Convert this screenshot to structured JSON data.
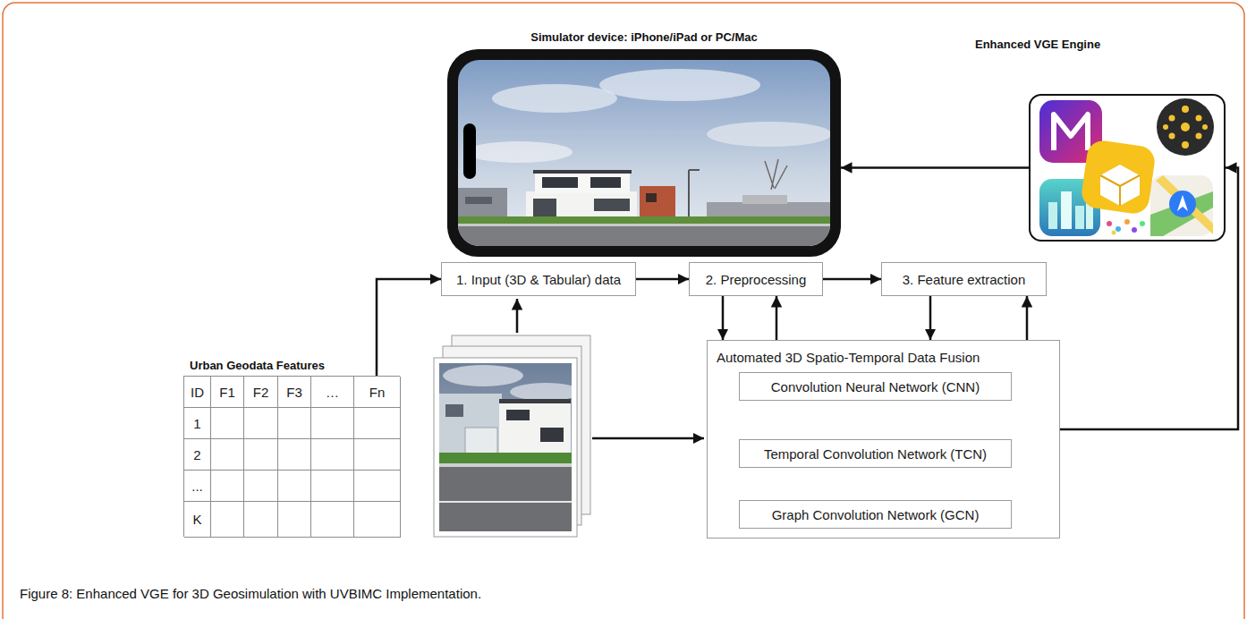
{
  "diagram": {
    "caption": "Figure 8: Enhanced VGE for 3D Geosimulation with UVBIMC Implementation.",
    "nodes": [
      {
        "text": [
          "Simulator device: iPhone/iPad or PC/Mac"
        ]
      },
      {
        "text": [
          "Enhanced VGE Engine"
        ]
      },
      {
        "text": [
          "1. Input (3D & Tabular) data"
        ]
      },
      {
        "text": [
          "2. Preprocessing"
        ]
      },
      {
        "text": [
          "3. Feature extraction"
        ]
      },
      {
        "text": [
          "Urban Geodata Features"
        ]
      },
      {
        "text": [
          "Automated 3D Spatio-Temporal Data Fusion"
        ]
      },
      {
        "text": [
          "Convolution Neural Network (CNN)"
        ],
        "in": 6
      },
      {
        "text": [
          "Temporal Convolution Network (TCN)"
        ],
        "in": 6
      },
      {
        "text": [
          "Graph Convolution Network (GCN)"
        ],
        "in": 6
      }
    ],
    "edges": [
      {
        "from": 5,
        "to": 2,
        "arrow": "to"
      },
      {
        "from": 2,
        "to": 3,
        "arrow": "to"
      },
      {
        "from": 3,
        "to": 4,
        "arrow": "to"
      },
      {
        "from": 3,
        "to": 6,
        "arrow": "to"
      },
      {
        "from": 6,
        "to": 3,
        "arrow": "to"
      },
      {
        "from": 4,
        "to": 6,
        "arrow": "to"
      },
      {
        "from": 6,
        "to": 4,
        "arrow": "to"
      },
      {
        "from": 6,
        "to": 1,
        "arrow": "to"
      },
      {
        "from": 1,
        "to": 0,
        "arrow": "to"
      }
    ],
    "labels": [
      "ID",
      "F1",
      "F2",
      "F3",
      "…",
      "Fn",
      "1",
      "2",
      "...",
      "K"
    ]
  }
}
